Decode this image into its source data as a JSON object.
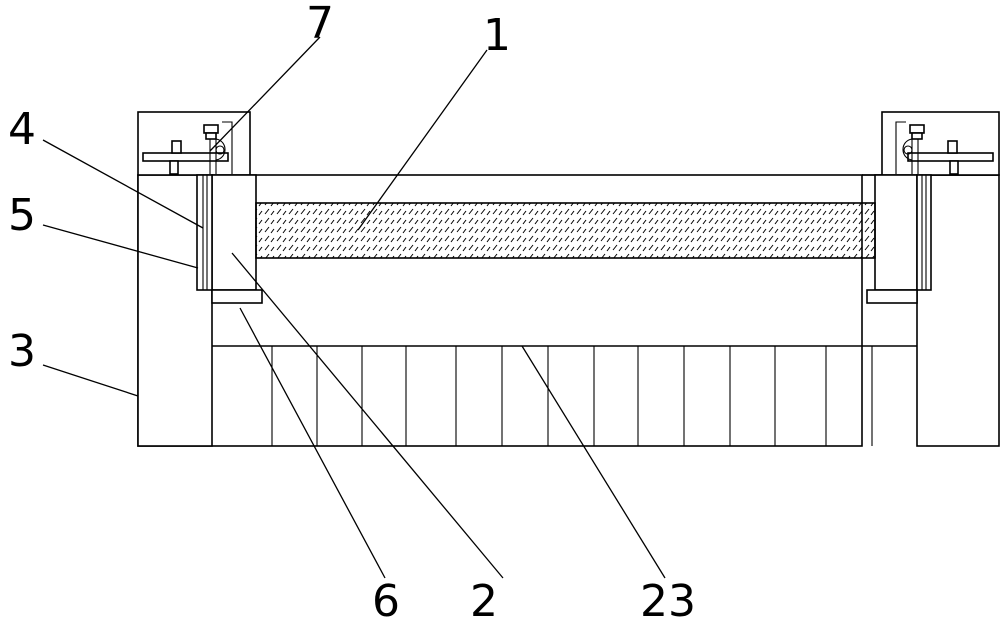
{
  "labels": {
    "l1": "1",
    "l2": "2",
    "l3": "3",
    "l4": "4",
    "l5": "5",
    "l6": "6",
    "l7": "7",
    "l23": "23"
  }
}
